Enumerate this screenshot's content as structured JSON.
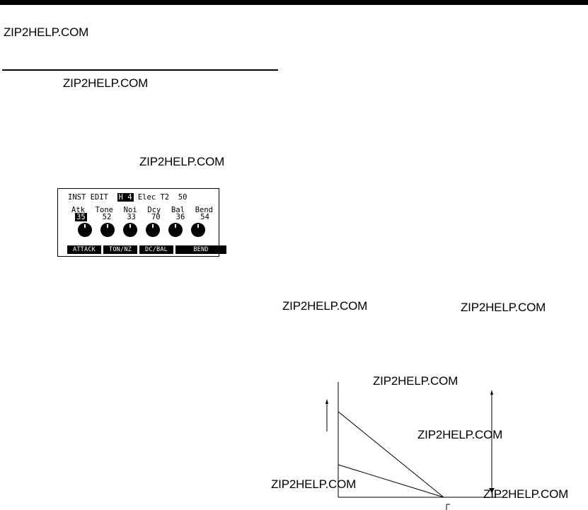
{
  "watermark": "ZIP2HELP.COM",
  "lcd": {
    "title": "INST EDIT",
    "mode_badge": "H 4",
    "instrument": "Elec T2",
    "level": "50",
    "params": [
      {
        "label": "Atk",
        "value": "35"
      },
      {
        "label": "Tone",
        "value": "52"
      },
      {
        "label": "Noi",
        "value": "33"
      },
      {
        "label": "Dcy",
        "value": "70"
      },
      {
        "label": "Bal",
        "value": "36"
      },
      {
        "label": "Bend",
        "value": "54"
      }
    ],
    "softkeys": [
      "ATTACK",
      "TON/NZ",
      "DC/BAL",
      "BEND"
    ]
  }
}
